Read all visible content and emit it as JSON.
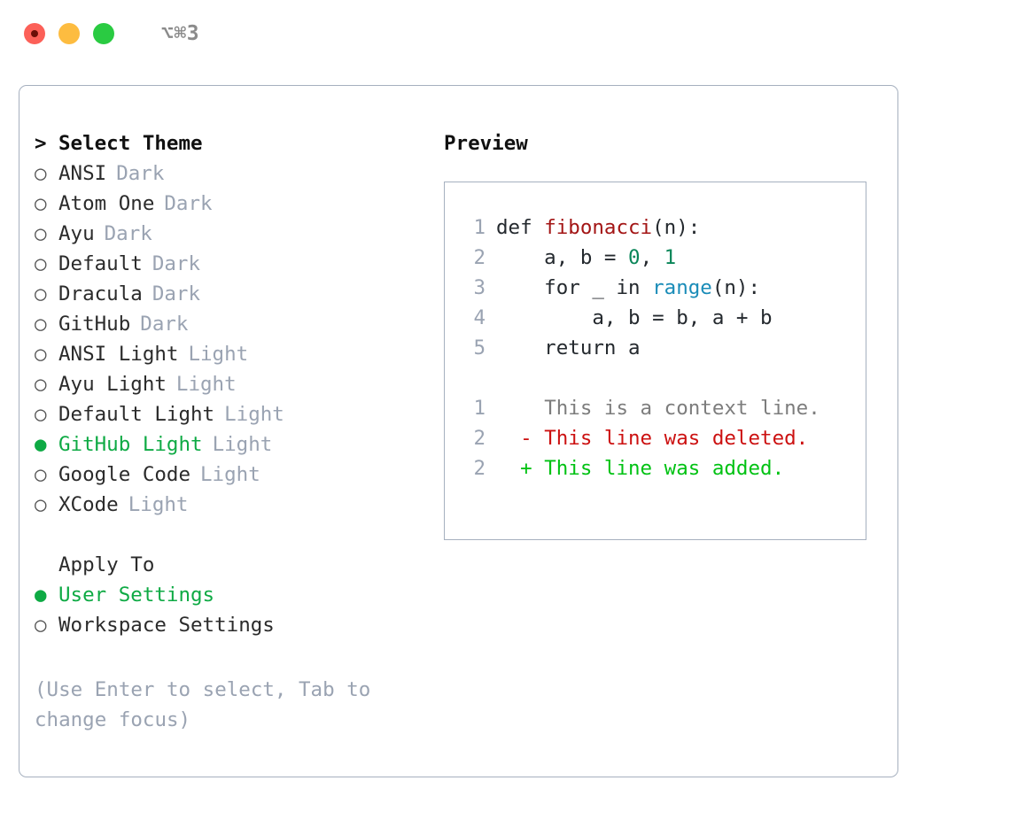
{
  "titlebar": {
    "shortcut": "⌥⌘3",
    "dots": [
      {
        "name": "close",
        "color": "#fc6058"
      },
      {
        "name": "minimize",
        "color": "#fdbc40"
      },
      {
        "name": "maximize",
        "color": "#2acb42"
      }
    ]
  },
  "theme_list": {
    "heading": "Select Theme",
    "caret": ">",
    "bullet_on": "●",
    "bullet_off": "○",
    "items": [
      {
        "label": "ANSI",
        "variant": "Dark",
        "selected": false
      },
      {
        "label": "Atom One",
        "variant": "Dark",
        "selected": false
      },
      {
        "label": "Ayu",
        "variant": "Dark",
        "selected": false
      },
      {
        "label": "Default",
        "variant": "Dark",
        "selected": false
      },
      {
        "label": "Dracula",
        "variant": "Dark",
        "selected": false
      },
      {
        "label": "GitHub",
        "variant": "Dark",
        "selected": false
      },
      {
        "label": "ANSI Light",
        "variant": "Light",
        "selected": false
      },
      {
        "label": "Ayu Light",
        "variant": "Light",
        "selected": false
      },
      {
        "label": "Default Light",
        "variant": "Light",
        "selected": false
      },
      {
        "label": "GitHub Light",
        "variant": "Light",
        "selected": true
      },
      {
        "label": "Google Code",
        "variant": "Light",
        "selected": false
      },
      {
        "label": "XCode",
        "variant": "Light",
        "selected": false
      }
    ]
  },
  "apply_to": {
    "heading": "Apply To",
    "items": [
      {
        "label": "User Settings",
        "selected": true
      },
      {
        "label": "Workspace Settings",
        "selected": false
      }
    ]
  },
  "hint": {
    "line1": "(Use Enter to select, Tab to",
    "line2": "change focus)"
  },
  "preview": {
    "title": "Preview",
    "code": [
      {
        "num": "1",
        "parts": [
          {
            "t": "def ",
            "c": "ctext"
          },
          {
            "t": "fibonacci",
            "c": "tok-fn"
          },
          {
            "t": "(n):",
            "c": "ctext"
          }
        ]
      },
      {
        "num": "2",
        "parts": [
          {
            "t": "    a, b = ",
            "c": "ctext"
          },
          {
            "t": "0",
            "c": "tok-num"
          },
          {
            "t": ", ",
            "c": "ctext"
          },
          {
            "t": "1",
            "c": "tok-num"
          }
        ]
      },
      {
        "num": "3",
        "parts": [
          {
            "t": "    for _ in ",
            "c": "ctext"
          },
          {
            "t": "range",
            "c": "tok-call"
          },
          {
            "t": "(n):",
            "c": "ctext"
          }
        ]
      },
      {
        "num": "4",
        "parts": [
          {
            "t": "        a, b = b, a + b",
            "c": "ctext"
          }
        ]
      },
      {
        "num": "5",
        "parts": [
          {
            "t": "    return a",
            "c": "ctext"
          }
        ]
      }
    ],
    "diff": [
      {
        "num": "1",
        "sign": " ",
        "text": "This is a context line.",
        "kind": "diff-ctx"
      },
      {
        "num": "2",
        "sign": "-",
        "text": "This line was deleted.",
        "kind": "diff-del"
      },
      {
        "num": "2",
        "sign": "+",
        "text": "This line was added.",
        "kind": "diff-add"
      }
    ]
  },
  "colors": {
    "accent_green": "#0eaa44",
    "dim_text": "#9aa3b2",
    "border": "#a6b0bf",
    "diff_add": "#00c213",
    "diff_delete": "#cc1111",
    "syntax_function": "#a31515",
    "syntax_builtin": "#1a8cb8",
    "syntax_number": "#0a8659"
  }
}
